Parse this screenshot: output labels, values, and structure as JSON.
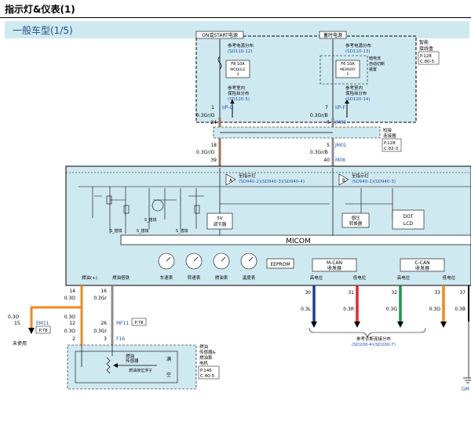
{
  "header": {
    "title": "指示灯&仪表(1)",
    "subtitle": "一般车型(1/5)"
  },
  "power": {
    "onstart": "ON或START电源",
    "battery": "蓄时电源",
    "smart_box": [
      "智能",
      "接线盒"
    ],
    "smart_ref": [
      "P.128",
      "C.80-5"
    ],
    "ref_left": [
      "参考电源分布",
      "(SD110-12)"
    ],
    "ref_right": [
      "参考电源分布",
      "(SD110-13)"
    ],
    "fuse_left": [
      "F8 10A",
      "MODULE",
      "3"
    ],
    "fuse_right": [
      "F6 10A",
      "MEMORY",
      "2"
    ],
    "auto_cut": [
      "暗电流",
      "自动切断",
      "装置"
    ],
    "ground_left": [
      "参考室内",
      "保险丝分布",
      "(SD120-5)"
    ],
    "ground_right": [
      "参考室内",
      "保险丝分布",
      "(SD120-14)"
    ]
  },
  "wires": {
    "l1_pin": "1",
    "l1_conn": "I/P-G",
    "l_wire": "0.3Gr/O",
    "r1_pin": "7",
    "r1_conn": "I/P-F",
    "r_wire": "0.3Gr/B",
    "l2_pin": "24",
    "r2_pin": "6",
    "jm01": "JM01",
    "joint": [
      "短接",
      "连接器"
    ],
    "joint_ref": [
      "P.128",
      "C.82-3"
    ],
    "l3_pin": "18",
    "r3_pin": "5",
    "l4_pin": "39",
    "r4_pin": "40",
    "m08": "M08"
  },
  "cluster": {
    "indicator_a": [
      "至指示灯",
      "(SD940-2)(SD940-3)(SD940-4)"
    ],
    "indicator_b": [
      "至指示灯",
      "(SD940-2)(SD940-3)"
    ],
    "reg": [
      "5V",
      "调节器"
    ],
    "boost": [
      "感压",
      "转换器"
    ],
    "dot": [
      "DOT",
      "LCD"
    ],
    "micom": "MICOM",
    "eeprom": "EEPROM",
    "mcan": [
      "M-CAN",
      "收发器"
    ],
    "ccan": [
      "C-CAN",
      "收发器"
    ],
    "gauges": [
      "车速表",
      "转速表",
      "燃油表",
      "温度表"
    ],
    "s_ground": [
      "S_搭铁",
      "S_搭铁",
      "S_搭铁",
      "S_搭铁"
    ],
    "fuel_plus": "燃油(+)",
    "fuel_gnd": "燃油搭铁",
    "can_labels": [
      "高电位",
      "低电位",
      "高电位",
      "低电位"
    ]
  },
  "bottom": {
    "p14": "14",
    "p16": "16",
    "w_fuel": "0.3O",
    "w_gnd": "0.3Gr",
    "em_w": "0.3O",
    "em_pin": "15",
    "em_conn": "EM11",
    "em_ref": "P.78",
    "unused": "未使用",
    "mf_w1": "0.3O",
    "mf_p1": "12",
    "mf_p2": "26",
    "mf_conn": "MF11",
    "mf_ref": "P.78",
    "mf_w2": "0.3Gr",
    "mf_w3": "0.3O",
    "f_p2": "2",
    "f_p3": "3",
    "f_conn": "F16",
    "sender": [
      "燃油",
      "传感器"
    ],
    "sender2": [
      "燃油",
      "传感器&",
      "燃油泵",
      "电机"
    ],
    "sender_ref": [
      "P.146",
      "C.40-5"
    ],
    "float": "燃油液位浮子",
    "full": "满",
    "empty": "空"
  },
  "can_out": {
    "pins": [
      "30",
      "31",
      "32",
      "33",
      "37"
    ],
    "wires": [
      "0.3L",
      "0.3R",
      "0.3G",
      "0.3O",
      "0.3B"
    ],
    "ref": [
      "参考诊断连接分布",
      "(SD200-4)(SD200-7)"
    ],
    "gm": "GM"
  }
}
